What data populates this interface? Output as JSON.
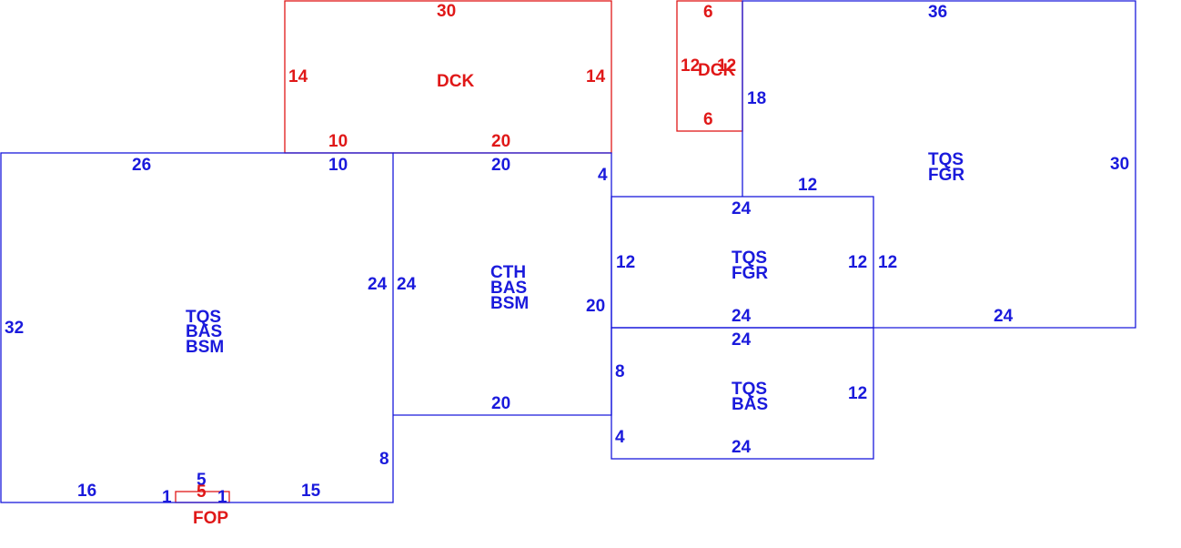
{
  "colors": {
    "living": "#1a1adc",
    "exterior": "#e01818",
    "background": "#ffffff"
  },
  "areas": {
    "dck_large": {
      "codes": [
        "DCK"
      ],
      "dims": {
        "top": "30",
        "left": "14",
        "right": "14",
        "bottom_left": "10",
        "bottom_right": "20"
      }
    },
    "dck_small": {
      "codes": [
        "DCK"
      ],
      "dims": {
        "top": "6",
        "left": "12",
        "right": "12",
        "bottom": "6"
      }
    },
    "main_left": {
      "codes": [
        "TQS",
        "BAS",
        "BSM"
      ],
      "dims": {
        "top": "26",
        "top_right": "10",
        "left": "32",
        "right": "24",
        "right_lower": "8",
        "bottom_left": "16",
        "bottom_right": "15",
        "stub_left": "1",
        "stub_right": "1",
        "stub_top": "5"
      }
    },
    "center": {
      "codes": [
        "CTH",
        "BAS",
        "BSM"
      ],
      "dims": {
        "top": "20",
        "left": "24",
        "right_upper": "4",
        "right": "20",
        "bottom": "20"
      }
    },
    "fgr_center": {
      "codes": [
        "TQS",
        "FGR"
      ],
      "dims": {
        "top": "24",
        "left": "12",
        "right": "12",
        "bottom": "24"
      }
    },
    "bas_lower": {
      "codes": [
        "TQS",
        "BAS"
      ],
      "dims": {
        "top": "24",
        "left_upper": "8",
        "left_lower": "4",
        "right": "12",
        "bottom": "24"
      }
    },
    "fgr_right": {
      "codes": [
        "TQS",
        "FGR"
      ],
      "dims": {
        "top": "36",
        "left": "18",
        "bottom_left": "12",
        "inner_left": "12",
        "right": "30",
        "bottom": "24"
      }
    },
    "fop": {
      "codes": [
        "FOP"
      ],
      "dims": {
        "width": "5"
      }
    }
  }
}
